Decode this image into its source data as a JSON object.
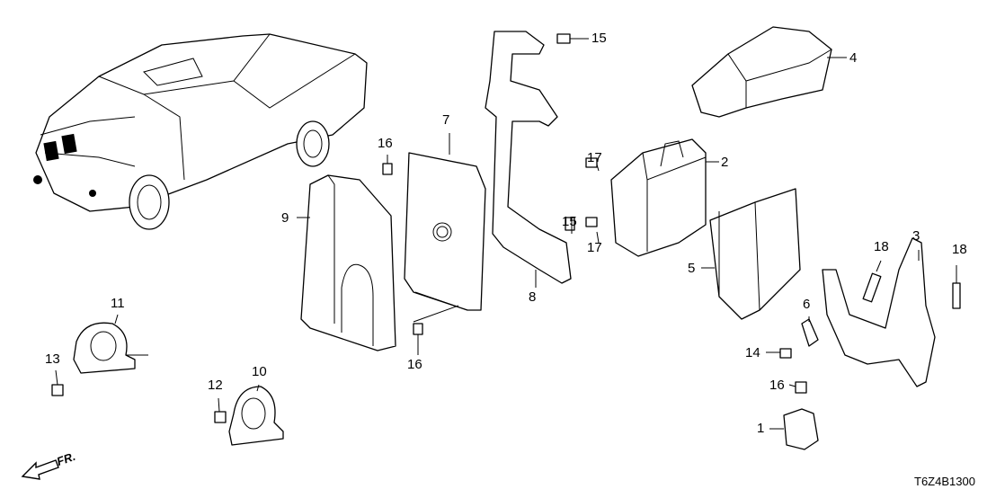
{
  "diagram_code": "T6Z4B1300",
  "direction_label": "FR.",
  "callouts": [
    {
      "id": "c15a",
      "label": "15"
    },
    {
      "id": "c4",
      "label": "4"
    },
    {
      "id": "c7",
      "label": "7"
    },
    {
      "id": "c16a",
      "label": "16"
    },
    {
      "id": "c17a",
      "label": "17"
    },
    {
      "id": "c2",
      "label": "2"
    },
    {
      "id": "c9",
      "label": "9"
    },
    {
      "id": "c15b",
      "label": "15"
    },
    {
      "id": "c17b",
      "label": "17"
    },
    {
      "id": "c3",
      "label": "3"
    },
    {
      "id": "c5",
      "label": "5"
    },
    {
      "id": "c18a",
      "label": "18"
    },
    {
      "id": "c18b",
      "label": "18"
    },
    {
      "id": "c8",
      "label": "8"
    },
    {
      "id": "c6",
      "label": "6"
    },
    {
      "id": "c11",
      "label": "11"
    },
    {
      "id": "c16b",
      "label": "16"
    },
    {
      "id": "c14",
      "label": "14"
    },
    {
      "id": "c13",
      "label": "13"
    },
    {
      "id": "c12",
      "label": "12"
    },
    {
      "id": "c10",
      "label": "10"
    },
    {
      "id": "c16c",
      "label": "16"
    },
    {
      "id": "c1",
      "label": "1"
    }
  ]
}
